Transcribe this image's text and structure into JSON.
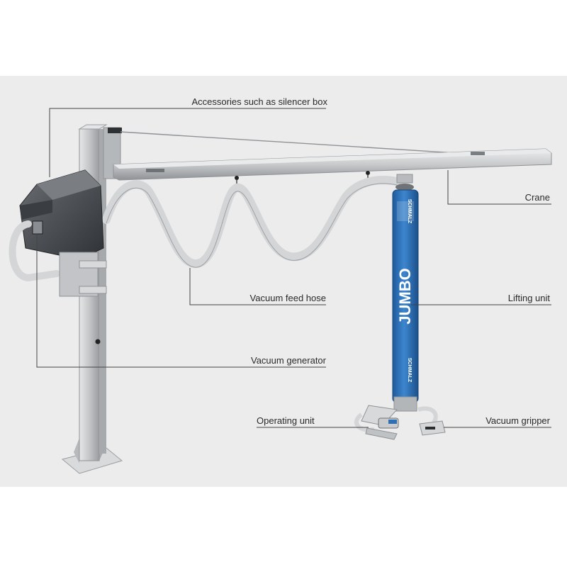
{
  "labels": {
    "accessories": "Accessories such as silencer box",
    "crane": "Crane",
    "vacuum_feed_hose": "Vacuum feed hose",
    "lifting_unit": "Lifting unit",
    "vacuum_generator": "Vacuum generator",
    "operating_unit": "Operating unit",
    "vacuum_gripper": "Vacuum gripper"
  },
  "branding": {
    "product": "JUMBO",
    "maker": "SCHMALZ"
  },
  "colors": {
    "panel": "#ececec",
    "steel": "#c9cbcd",
    "steel_dark": "#8f9296",
    "tube_blue": "#2a6db5",
    "generator": "#4a4d52",
    "leader": "#444444"
  }
}
